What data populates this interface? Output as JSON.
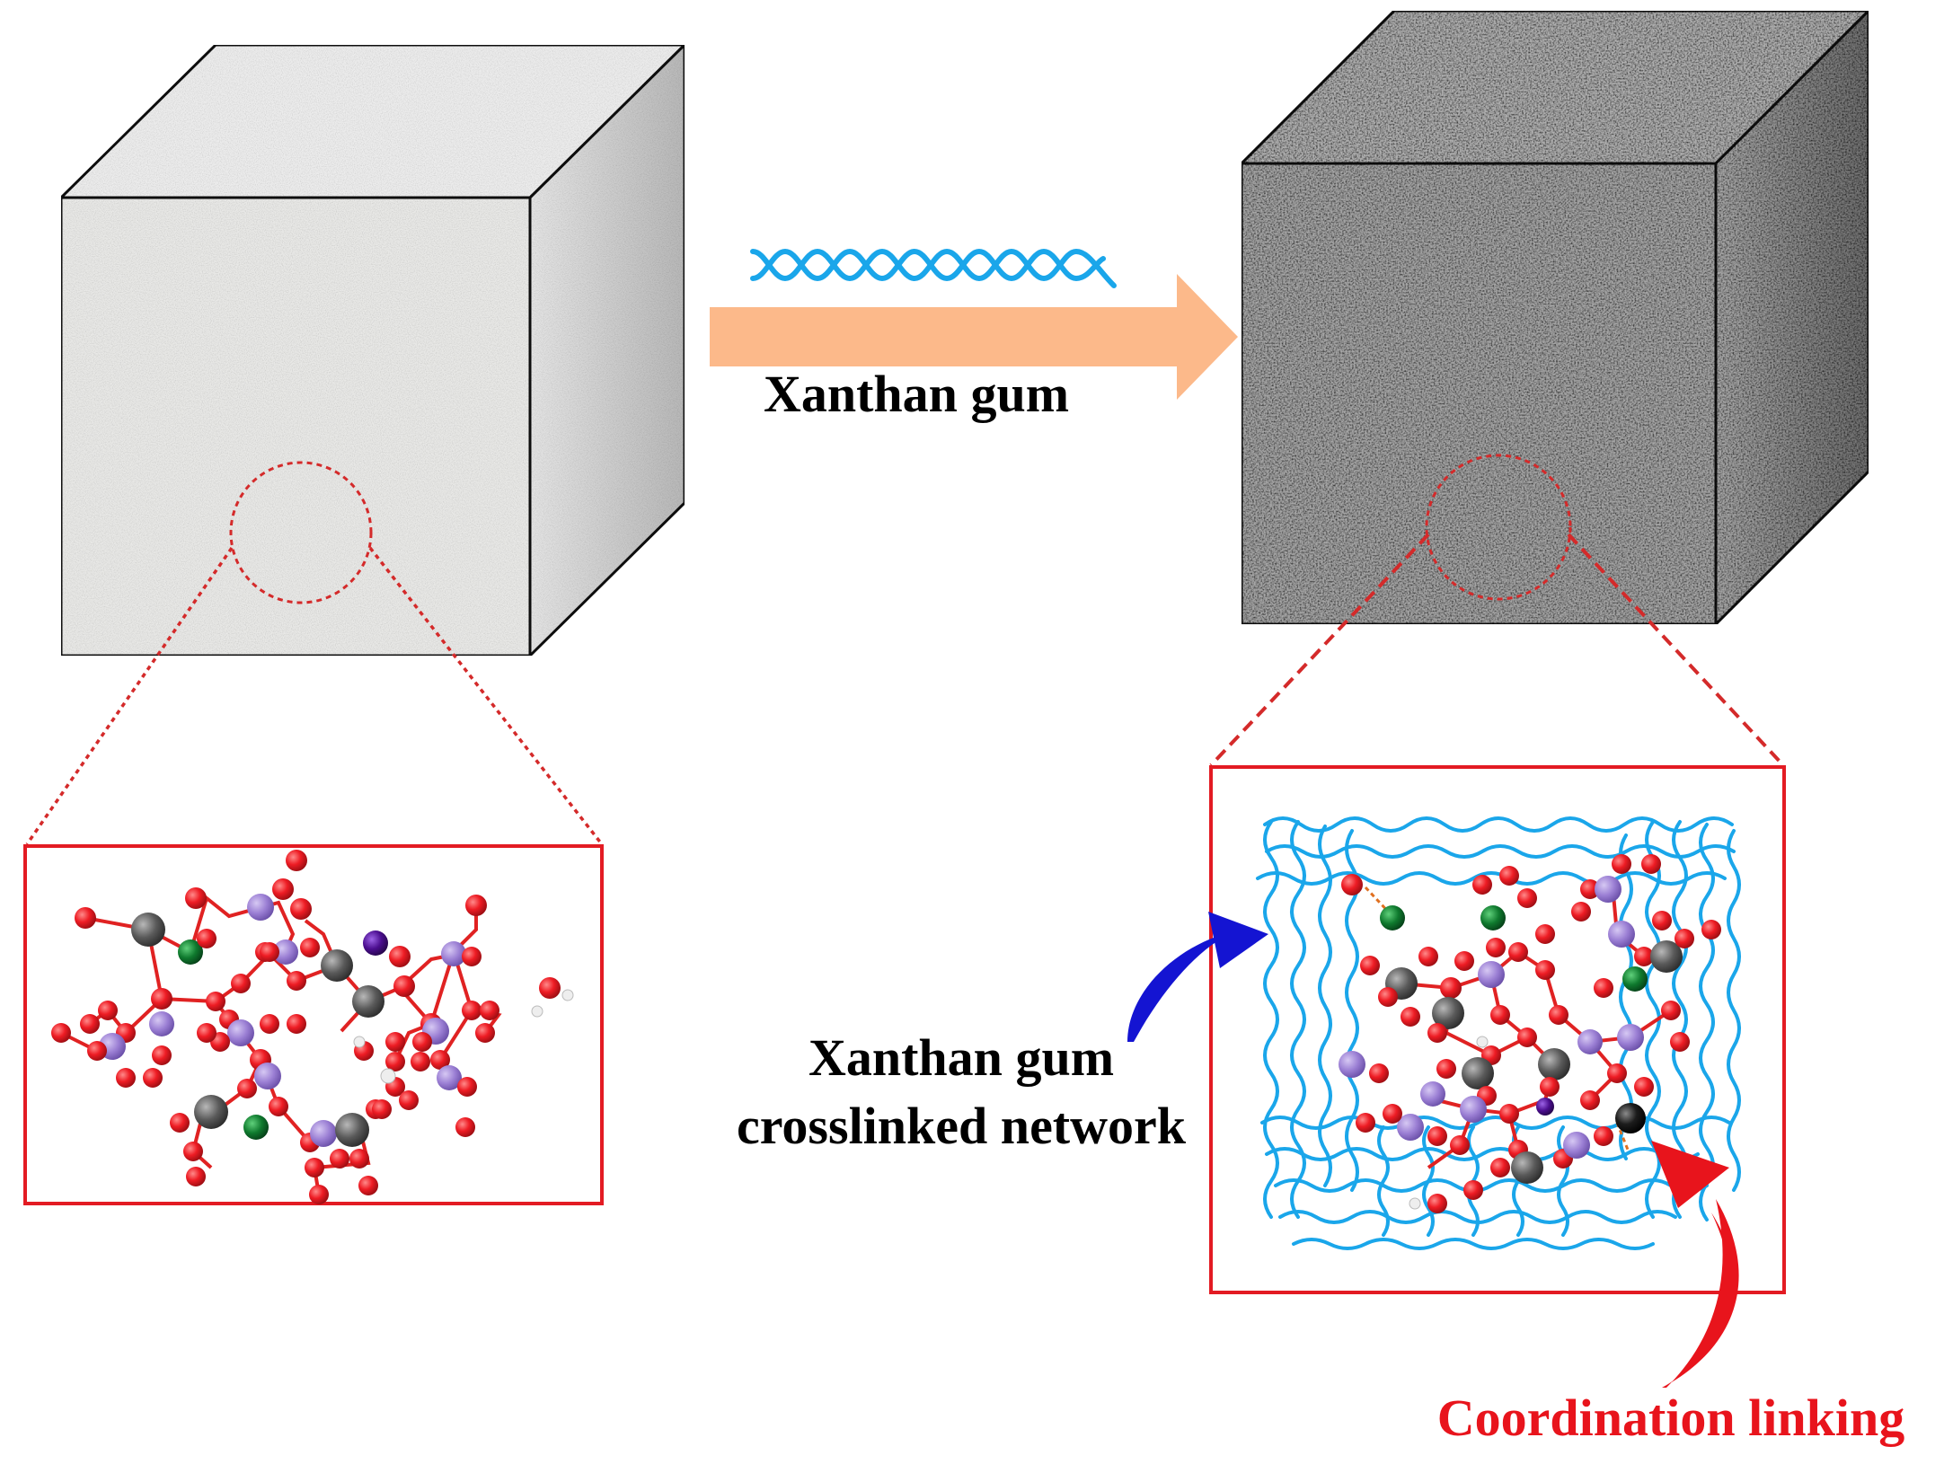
{
  "labels": {
    "arrow_label": "Xanthan gum",
    "network_label_line1": "Xanthan gum",
    "network_label_line2": "crosslinked network",
    "coordination_label": "Coordination linking"
  },
  "colors": {
    "arrow_fill": "#fcb98a",
    "xanthan_blue": "#1aa6ea",
    "frame_red": "#e31b23",
    "label_red": "#e8141c",
    "atom_red": "#ee1c24",
    "atom_purple": "#9b7fd4",
    "atom_gray": "#5a5a5a",
    "atom_green": "#0f7a2e",
    "atom_violet": "#4b0e8f",
    "arrow_blue": "#1414d2"
  },
  "icons": [
    "xanthan-helix-icon",
    "process-arrow-icon",
    "curved-pointer-blue-icon",
    "curved-pointer-red-icon"
  ]
}
